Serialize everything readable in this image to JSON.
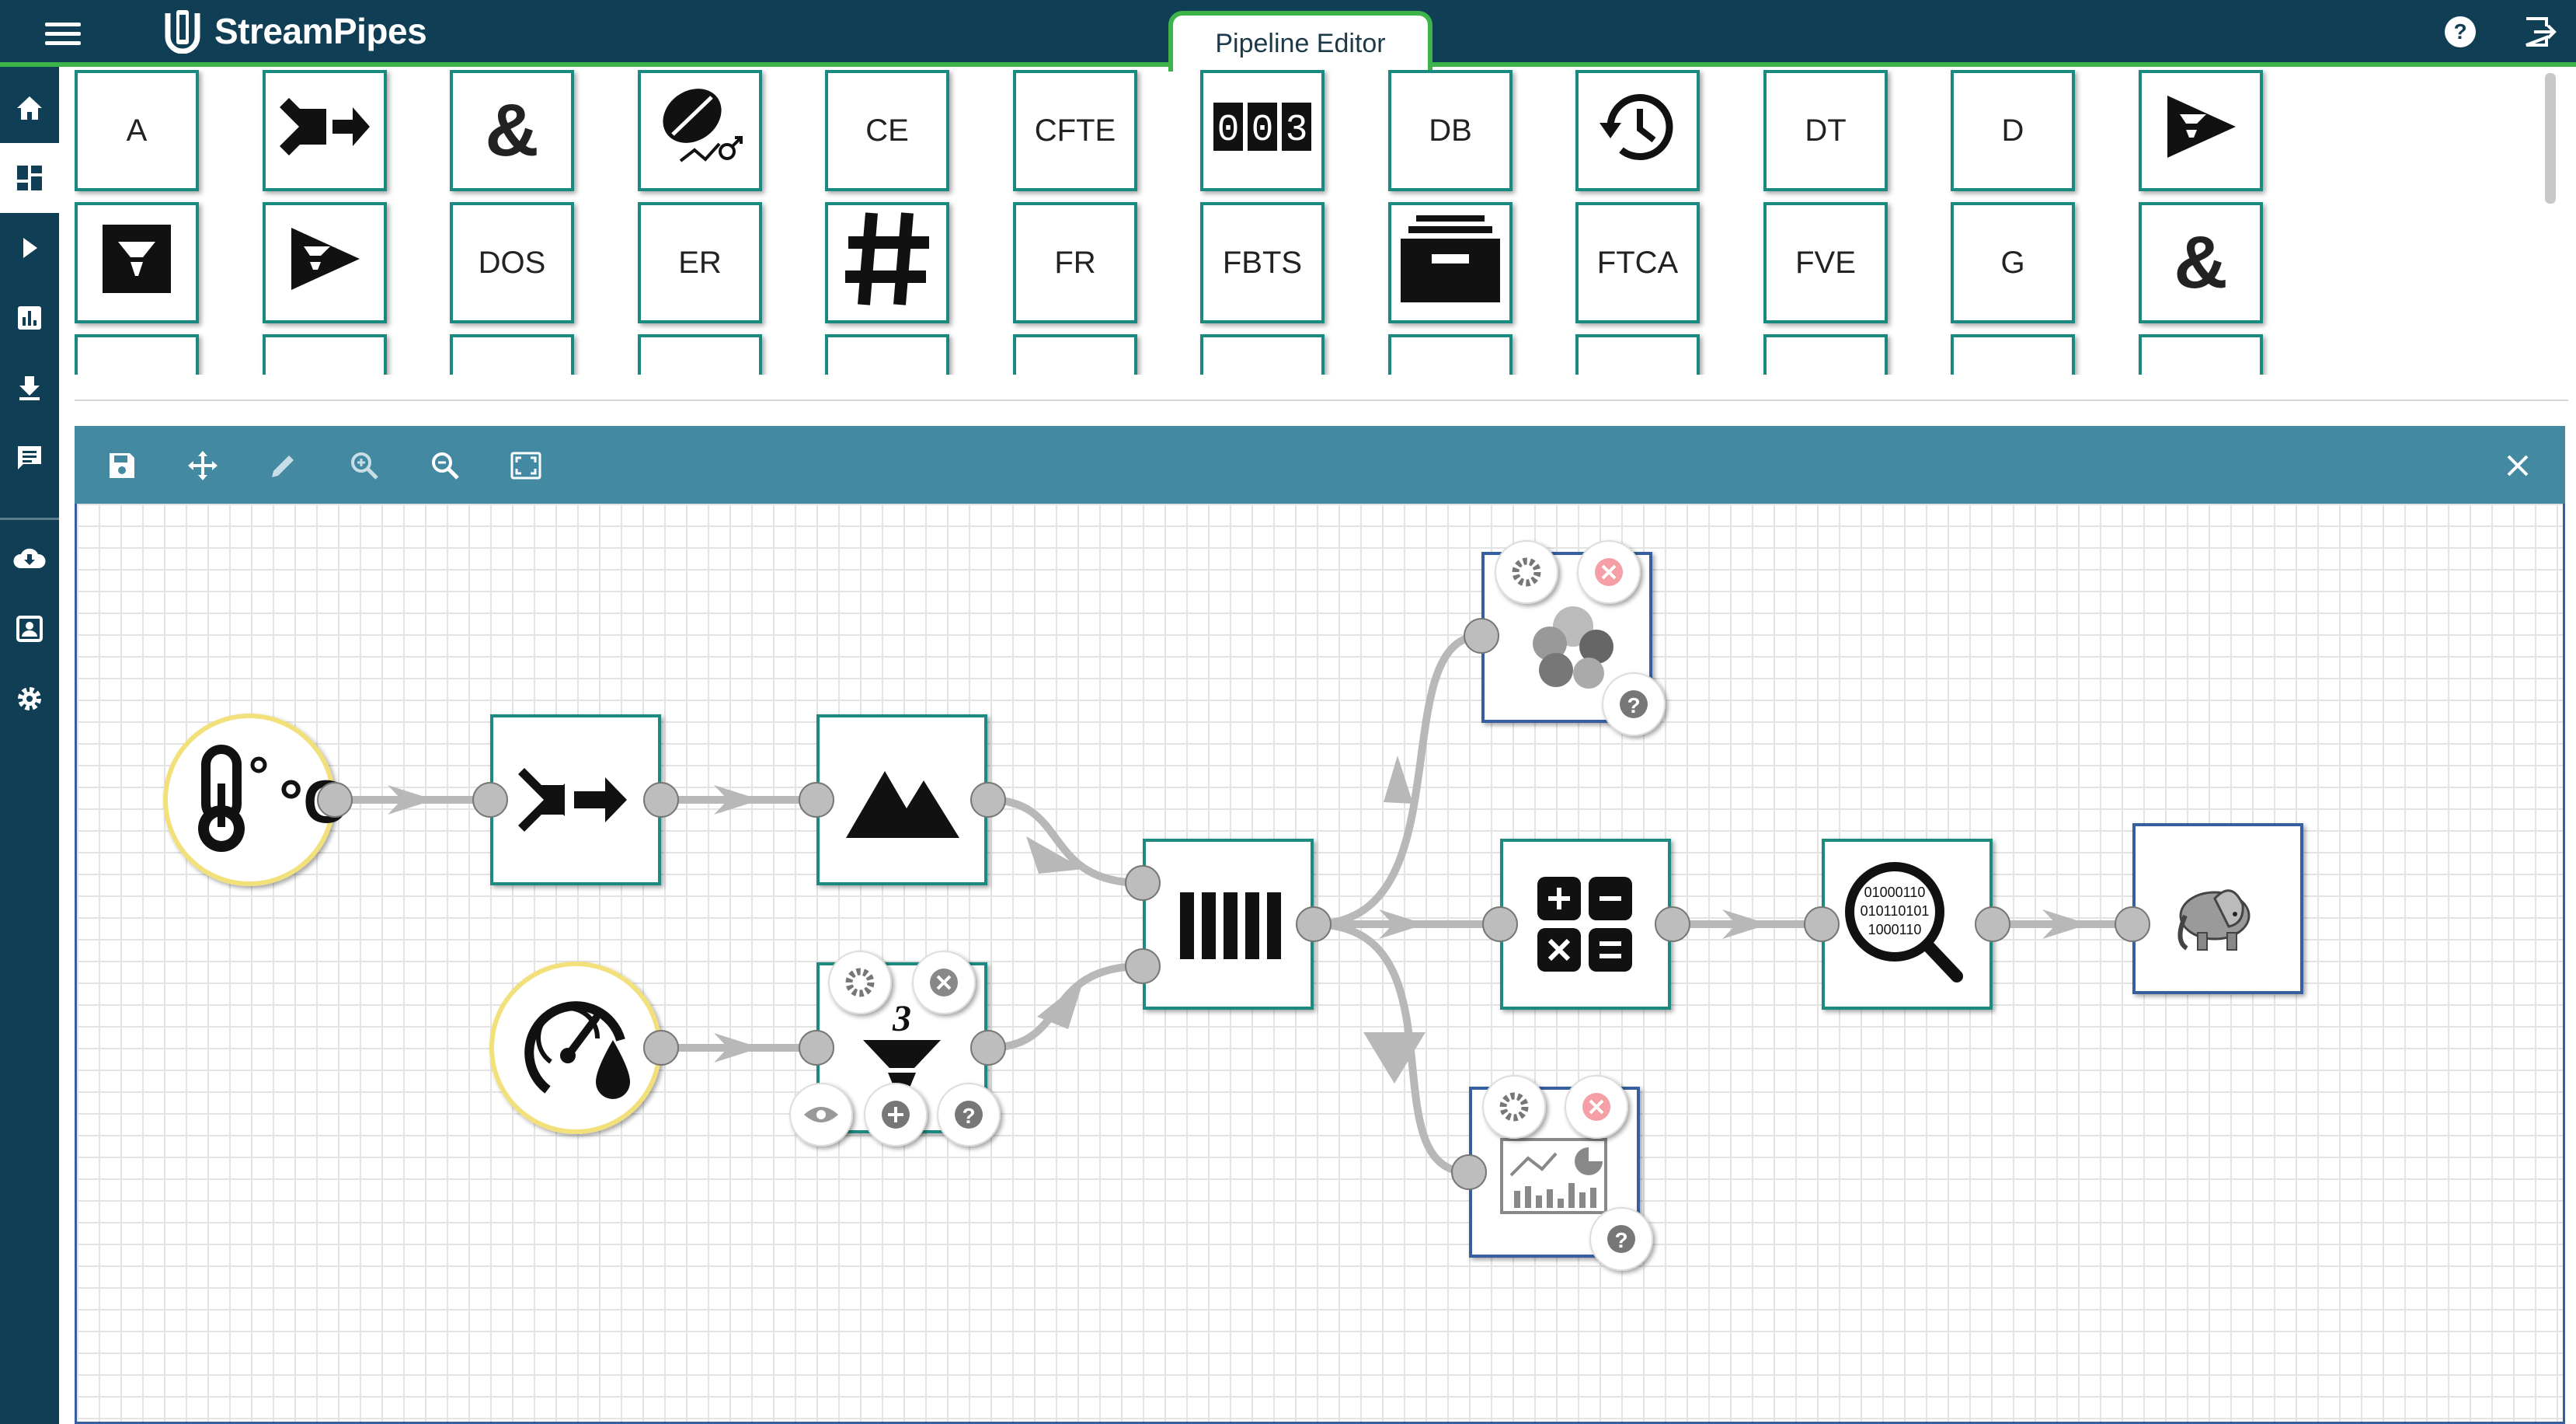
{
  "app": {
    "brand": "StreamPipes",
    "active_tab": "Pipeline Editor"
  },
  "colors": {
    "header_bg": "#0f3e55",
    "accent_green": "#3cb44a",
    "tile_border": "#1a8a80",
    "toolbar_bg": "#4289a1",
    "sink_border": "#355f9e",
    "source_border": "#f2e07a"
  },
  "header_icons": [
    "menu-icon",
    "help-icon",
    "logout-icon"
  ],
  "sidebar": {
    "items": [
      {
        "icon": "home-icon",
        "active": false
      },
      {
        "icon": "dashboard-icon",
        "active": true
      },
      {
        "icon": "play-icon",
        "active": false
      },
      {
        "icon": "bar-chart-icon",
        "active": false
      },
      {
        "icon": "download-icon",
        "active": false
      },
      {
        "icon": "comment-icon",
        "active": false
      },
      {
        "icon": "cloud-download-icon",
        "active": false
      },
      {
        "icon": "contact-icon",
        "active": false
      },
      {
        "icon": "settings-icon",
        "active": false
      }
    ]
  },
  "palette": {
    "row1": [
      {
        "label": "A"
      },
      {
        "label": "",
        "icon": "merge-arrows-icon"
      },
      {
        "label": "&",
        "icon": "ampersand-icon"
      },
      {
        "label": "",
        "icon": "coffee-bean-icon"
      },
      {
        "label": "CE"
      },
      {
        "label": "CFTE"
      },
      {
        "label": "003",
        "icon": "counter-icon"
      },
      {
        "label": "DB"
      },
      {
        "label": "",
        "icon": "history-clock-icon"
      },
      {
        "label": "DT"
      },
      {
        "label": "D"
      },
      {
        "label": "",
        "icon": "funnel-play-icon"
      }
    ],
    "row2": [
      {
        "label": "",
        "icon": "funnel-box-icon"
      },
      {
        "label": "",
        "icon": "funnel-play-icon"
      },
      {
        "label": "DOS"
      },
      {
        "label": "ER"
      },
      {
        "label": "#",
        "icon": "hash-icon"
      },
      {
        "label": "FR"
      },
      {
        "label": "FBTS"
      },
      {
        "label": "",
        "icon": "archive-icon"
      },
      {
        "label": "FTCA"
      },
      {
        "label": "FVE"
      },
      {
        "label": "G"
      },
      {
        "label": "&",
        "icon": "ampersand-icon"
      }
    ]
  },
  "toolbar": {
    "buttons": [
      "save-icon",
      "move-icon",
      "edit-icon",
      "zoom-in-icon",
      "zoom-out-icon",
      "fit-screen-icon"
    ],
    "close": "close-icon"
  },
  "pipeline": {
    "nodes": [
      {
        "id": "temperature-source",
        "kind": "source",
        "icon": "temperature-icon",
        "label": "°C"
      },
      {
        "id": "pressure-source",
        "kind": "source",
        "icon": "gauge-drop-icon"
      },
      {
        "id": "merge-processor",
        "kind": "processor",
        "icon": "merge-arrows-icon"
      },
      {
        "id": "peak-processor",
        "kind": "processor",
        "icon": "mountain-icon"
      },
      {
        "id": "threshold-processor",
        "kind": "processor",
        "icon": "funnel-three-icon",
        "label": "3"
      },
      {
        "id": "aggregate-processor",
        "kind": "processor",
        "icon": "bars-icon"
      },
      {
        "id": "math-processor",
        "kind": "processor",
        "icon": "calculator-icon"
      },
      {
        "id": "binary-search-processor",
        "kind": "processor",
        "icon": "binary-magnifier-icon",
        "label_lines": [
          "01000110",
          "010110101",
          "1000110"
        ]
      },
      {
        "id": "cluster-sink",
        "kind": "sink",
        "icon": "cluster-icon"
      },
      {
        "id": "dashboard-sink",
        "kind": "sink",
        "icon": "dashboard-chart-icon"
      },
      {
        "id": "hadoop-sink",
        "kind": "sink",
        "icon": "elephant-icon"
      }
    ],
    "edges": [
      [
        "temperature-source",
        "merge-processor"
      ],
      [
        "merge-processor",
        "peak-processor"
      ],
      [
        "peak-processor",
        "aggregate-processor"
      ],
      [
        "pressure-source",
        "threshold-processor"
      ],
      [
        "threshold-processor",
        "aggregate-processor"
      ],
      [
        "aggregate-processor",
        "cluster-sink"
      ],
      [
        "aggregate-processor",
        "math-processor"
      ],
      [
        "aggregate-processor",
        "dashboard-sink"
      ],
      [
        "math-processor",
        "binary-search-processor"
      ],
      [
        "binary-search-processor",
        "hadoop-sink"
      ]
    ],
    "node_controls": [
      "settings-icon",
      "remove-icon",
      "help-icon",
      "preview-icon",
      "add-icon"
    ]
  }
}
